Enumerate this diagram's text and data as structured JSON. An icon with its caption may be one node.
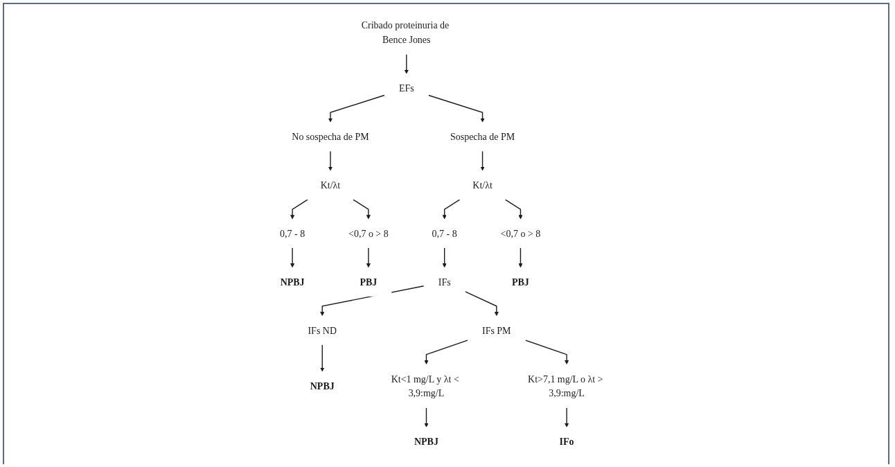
{
  "diagram": {
    "nodes": [
      {
        "text": [
          "Cribado proteinuria de Bence Jones"
        ]
      },
      {
        "text": [
          "EFs"
        ]
      },
      {
        "text": [
          "No sospecha de PM"
        ]
      },
      {
        "text": [
          "Sospecha de PM"
        ]
      },
      {
        "text": [
          "Kt/λt"
        ]
      },
      {
        "text": [
          "Kt/λt"
        ]
      },
      {
        "text": [
          "0,7 - 8"
        ]
      },
      {
        "text": [
          "<0,7 o > 8"
        ]
      },
      {
        "text": [
          "0,7 - 8"
        ]
      },
      {
        "text": [
          "<0,7 o > 8"
        ]
      },
      {
        "text": [
          "IFs"
        ]
      },
      {
        "text": [
          "IFs ND"
        ]
      },
      {
        "text": [
          "IFs PM"
        ]
      },
      {
        "text": [
          "Kt<1 mg/L y λt < 3,9:mg/L"
        ]
      },
      {
        "text": [
          "Kt>7,1 mg/L o λt > 3,9:mg/L"
        ]
      },
      {
        "text": [
          "NPBJ"
        ]
      },
      {
        "text": [
          "PBJ"
        ]
      },
      {
        "text": [
          "NPBJ"
        ]
      },
      {
        "text": [
          "NPBJ"
        ]
      },
      {
        "text": [
          "IFo"
        ]
      },
      {
        "text": [
          "PBJ"
        ]
      }
    ],
    "edges": [
      {
        "from": 0,
        "to": 1,
        "arrow": "to"
      },
      {
        "from": 1,
        "to": 2,
        "arrow": "to"
      },
      {
        "from": 1,
        "to": 3,
        "arrow": "to"
      },
      {
        "from": 2,
        "to": 4,
        "arrow": "to"
      },
      {
        "from": 3,
        "to": 5,
        "arrow": "to"
      },
      {
        "from": 4,
        "to": 6,
        "arrow": "to"
      },
      {
        "from": 4,
        "to": 7,
        "arrow": "to"
      },
      {
        "from": 5,
        "to": 8,
        "arrow": "to"
      },
      {
        "from": 5,
        "to": 9,
        "arrow": "to"
      },
      {
        "from": 8,
        "to": 10,
        "arrow": "to"
      },
      {
        "from": 10,
        "to": 11,
        "arrow": "to"
      },
      {
        "from": 10,
        "to": 12,
        "arrow": "to"
      },
      {
        "from": 12,
        "to": 13,
        "arrow": "to"
      },
      {
        "from": 12,
        "to": 14,
        "arrow": "to"
      },
      {
        "from": 6,
        "to": 15,
        "arrow": "to"
      },
      {
        "from": 7,
        "to": 16,
        "arrow": "to"
      },
      {
        "from": 11,
        "to": 17,
        "arrow": "to"
      },
      {
        "from": 13,
        "to": 18,
        "arrow": "to"
      },
      {
        "from": 14,
        "to": 19,
        "arrow": "to"
      },
      {
        "from": 9,
        "to": 20,
        "arrow": "to"
      }
    ]
  }
}
